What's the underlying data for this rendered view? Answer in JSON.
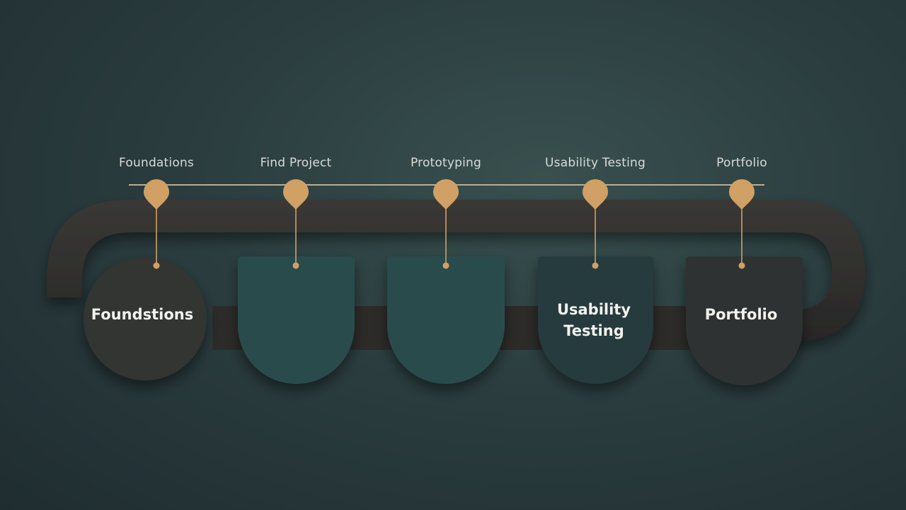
{
  "diagram": {
    "stages": [
      {
        "top_label": "Foundations",
        "card_lines": [
          "Foundstions"
        ],
        "card_color": "#333433"
      },
      {
        "top_label": "Find Project",
        "card_lines": [],
        "card_color": "#2b4b4c"
      },
      {
        "top_label": "Prototyping",
        "card_lines": [],
        "card_color": "#2b4b4c"
      },
      {
        "top_label": "Usability Testing",
        "card_lines": [
          "Usability",
          "Testing"
        ],
        "card_color": "#263a3c"
      },
      {
        "top_label": "Portfolio",
        "card_lines": [
          "Portfolio"
        ],
        "card_color": "#2d3132"
      }
    ]
  },
  "colors": {
    "background": "#2b3d3f",
    "track": "#2f2d2b",
    "marker": "#d0a064",
    "timeline": "#b9ad94",
    "text": "#f2f2ee"
  }
}
